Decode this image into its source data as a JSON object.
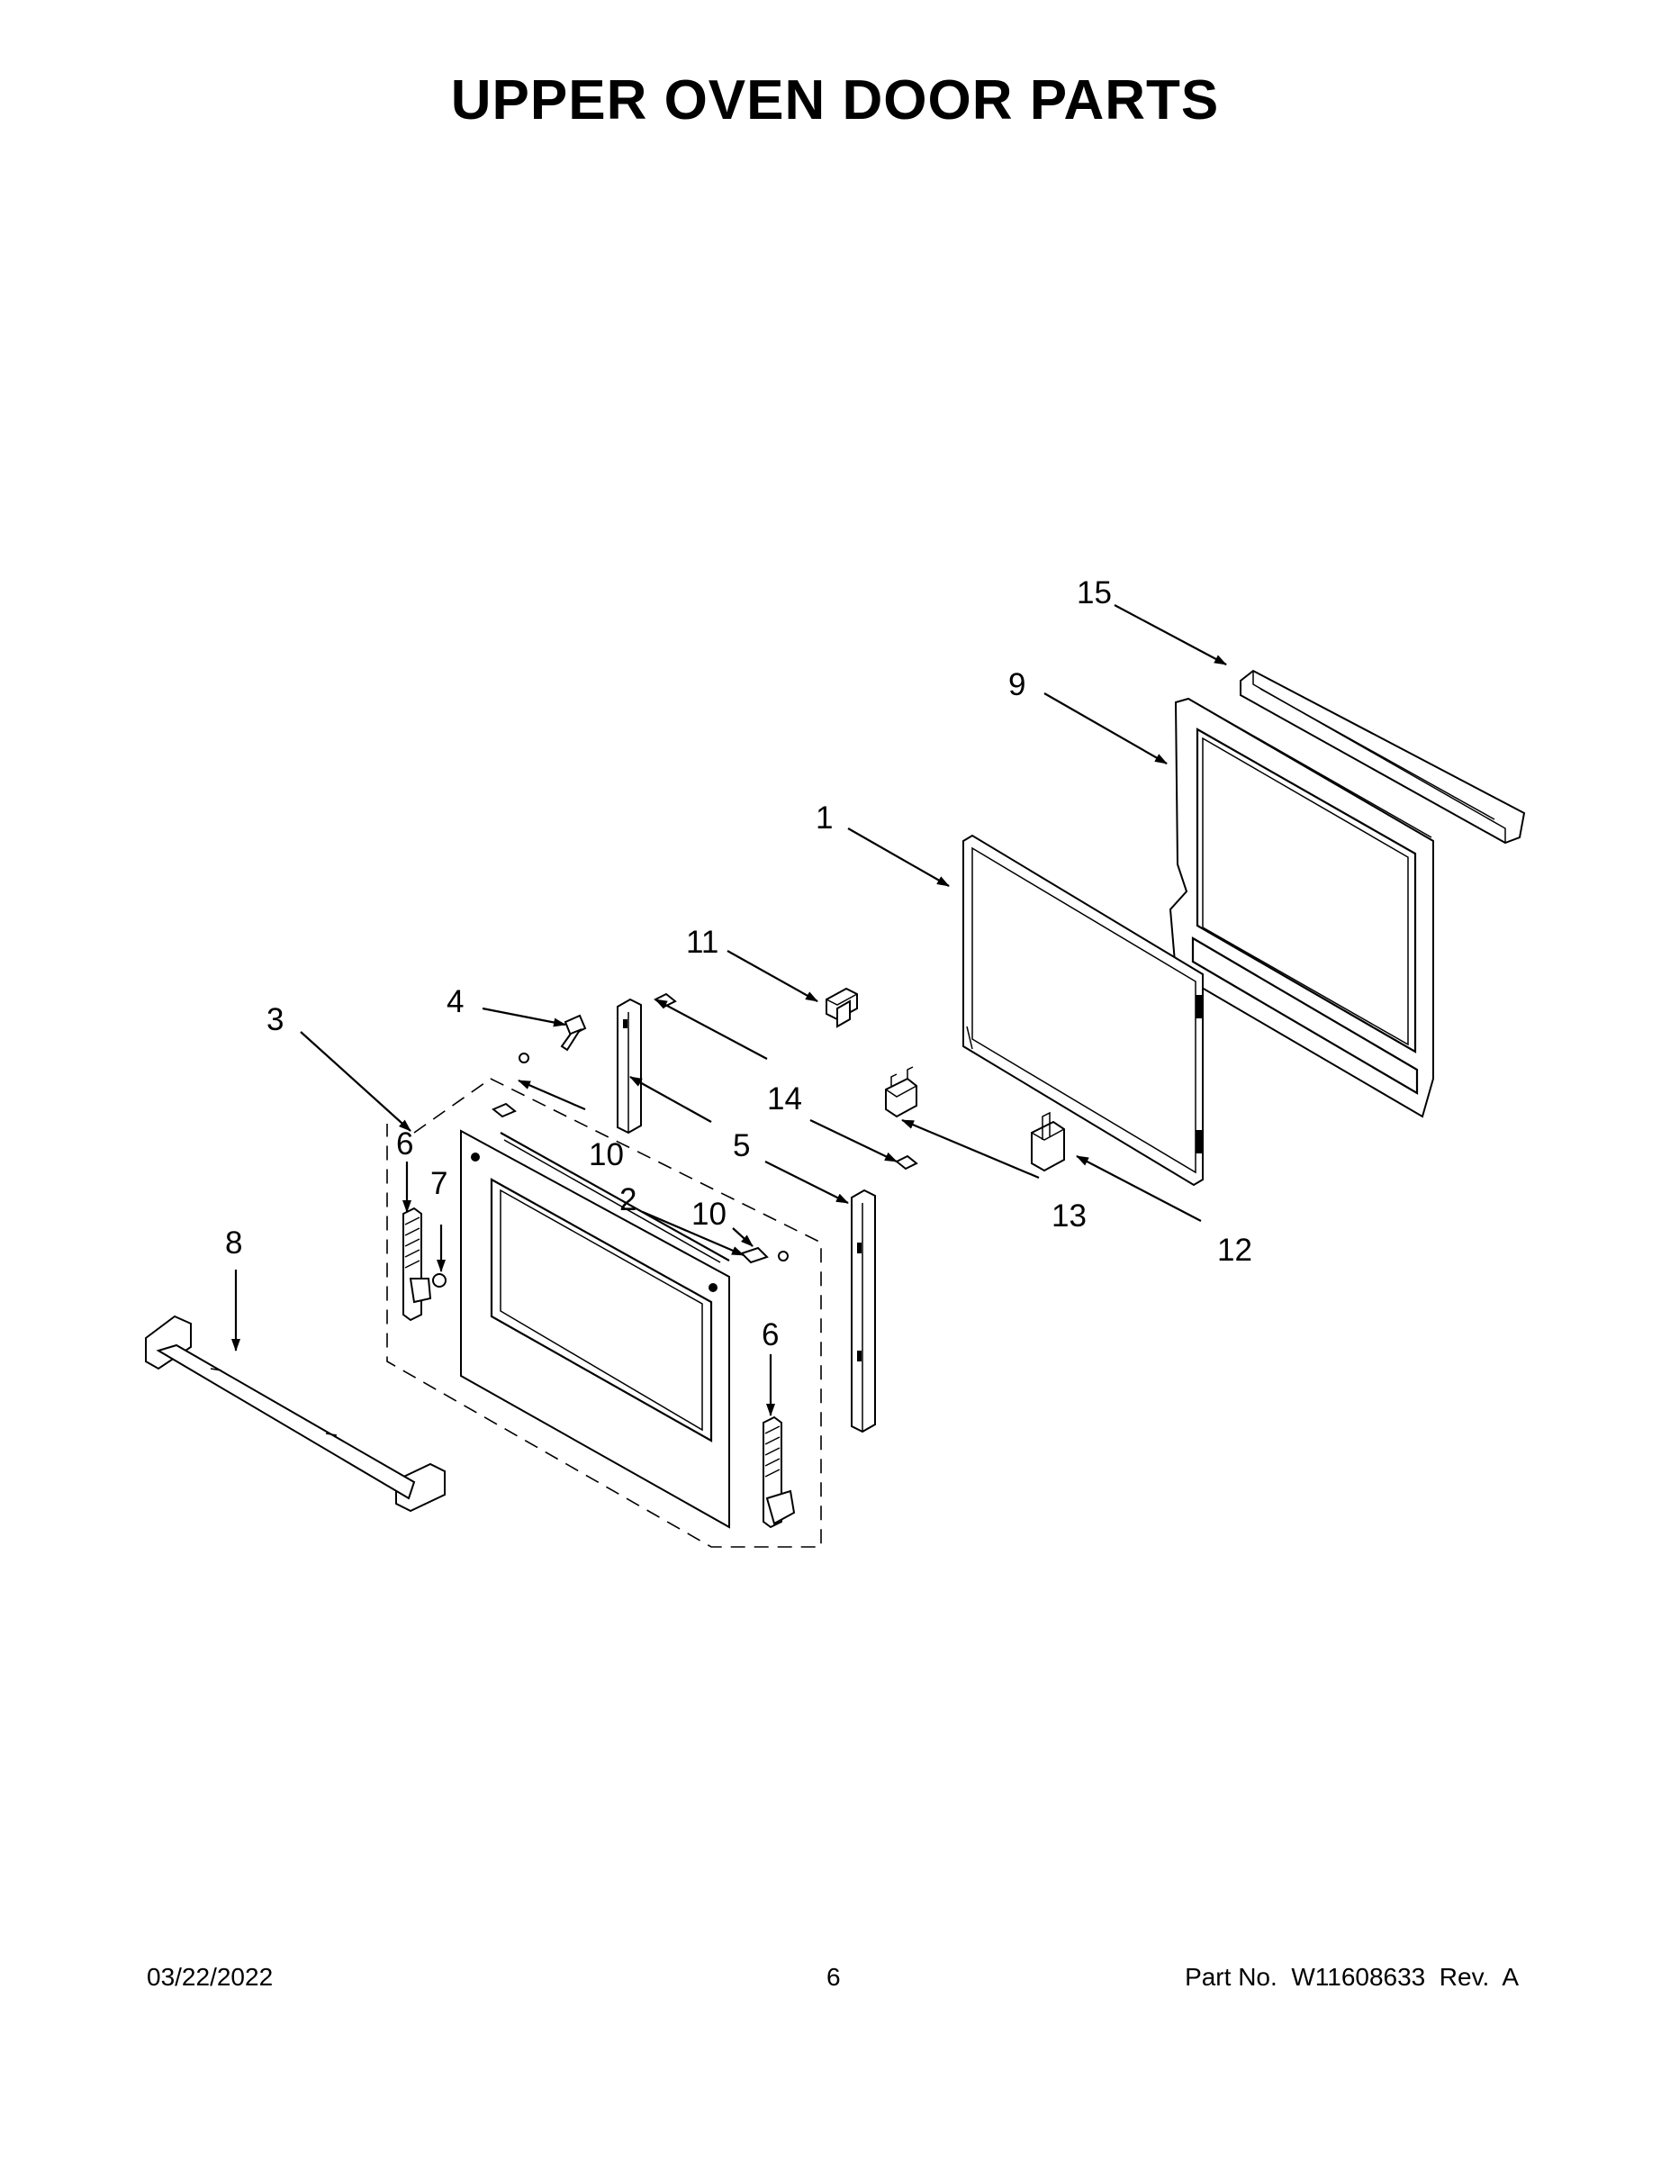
{
  "title": "UPPER OVEN DOOR PARTS",
  "footer": {
    "date": "03/22/2022",
    "page": "6",
    "part": "Part No.  W11608633  Rev.  A"
  },
  "callouts": {
    "c1": "1",
    "c2": "2",
    "c3": "3",
    "c4": "4",
    "c5": "5",
    "c6a": "6",
    "c6b": "6",
    "c7": "7",
    "c8": "8",
    "c9": "9",
    "c10a": "10",
    "c10b": "10",
    "c11": "11",
    "c12": "12",
    "c13": "13",
    "c14": "14",
    "c15": "15"
  }
}
